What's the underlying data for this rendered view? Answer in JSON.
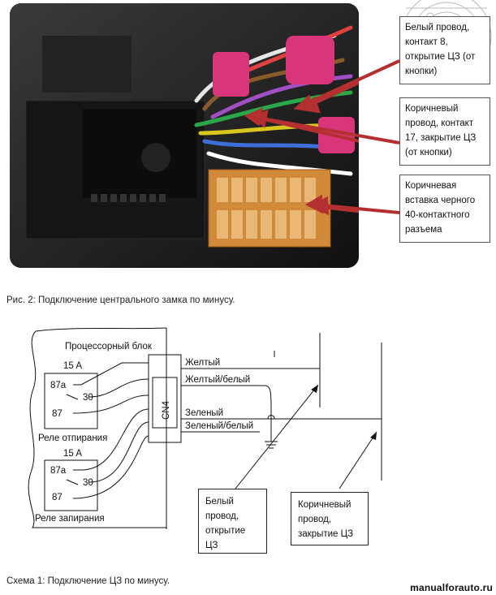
{
  "photo": {
    "callouts": [
      "Белый провод, контакт 8, открытие ЦЗ (от кнопки)",
      "Коричневый провод, контакт 17, закрытие ЦЗ (от кнопки)",
      "Коричневая вставка черного 40-контактного разъема"
    ]
  },
  "caption1": "Рис. 2: Подключение центрального замка по минусу.",
  "diagram": {
    "block_title": "Процессорный блок",
    "connector": "CN4",
    "relay1": {
      "current": "15 A",
      "pin_87a": "87a",
      "pin_30": "30",
      "pin_87": "87",
      "name": "Реле отпирания"
    },
    "relay2": {
      "current": "15 A",
      "pin_87a": "87a",
      "pin_30": "30",
      "pin_87": "87",
      "name": "Реле запирания"
    },
    "wires": [
      "Желтый",
      "Желтый/белый",
      "Зеленый",
      "Зеленый/белый"
    ],
    "callout_left": "Белый провод, открытие ЦЗ",
    "callout_right": "Коричневый провод, закрытие ЦЗ"
  },
  "caption2": "Схема 1: Подключение ЦЗ по минусу.",
  "watermark": "manualforauto.ru"
}
